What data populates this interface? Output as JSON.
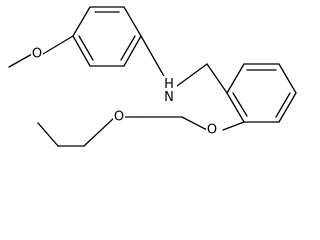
{
  "molecule": {
    "atom_labels": {
      "methoxy_oxygen": "O",
      "amine": "H\nN",
      "ether_oxygen_1": "O",
      "ether_oxygen_2": "O"
    }
  },
  "colors": {
    "bond": "#000000",
    "background": "#ffffff"
  }
}
